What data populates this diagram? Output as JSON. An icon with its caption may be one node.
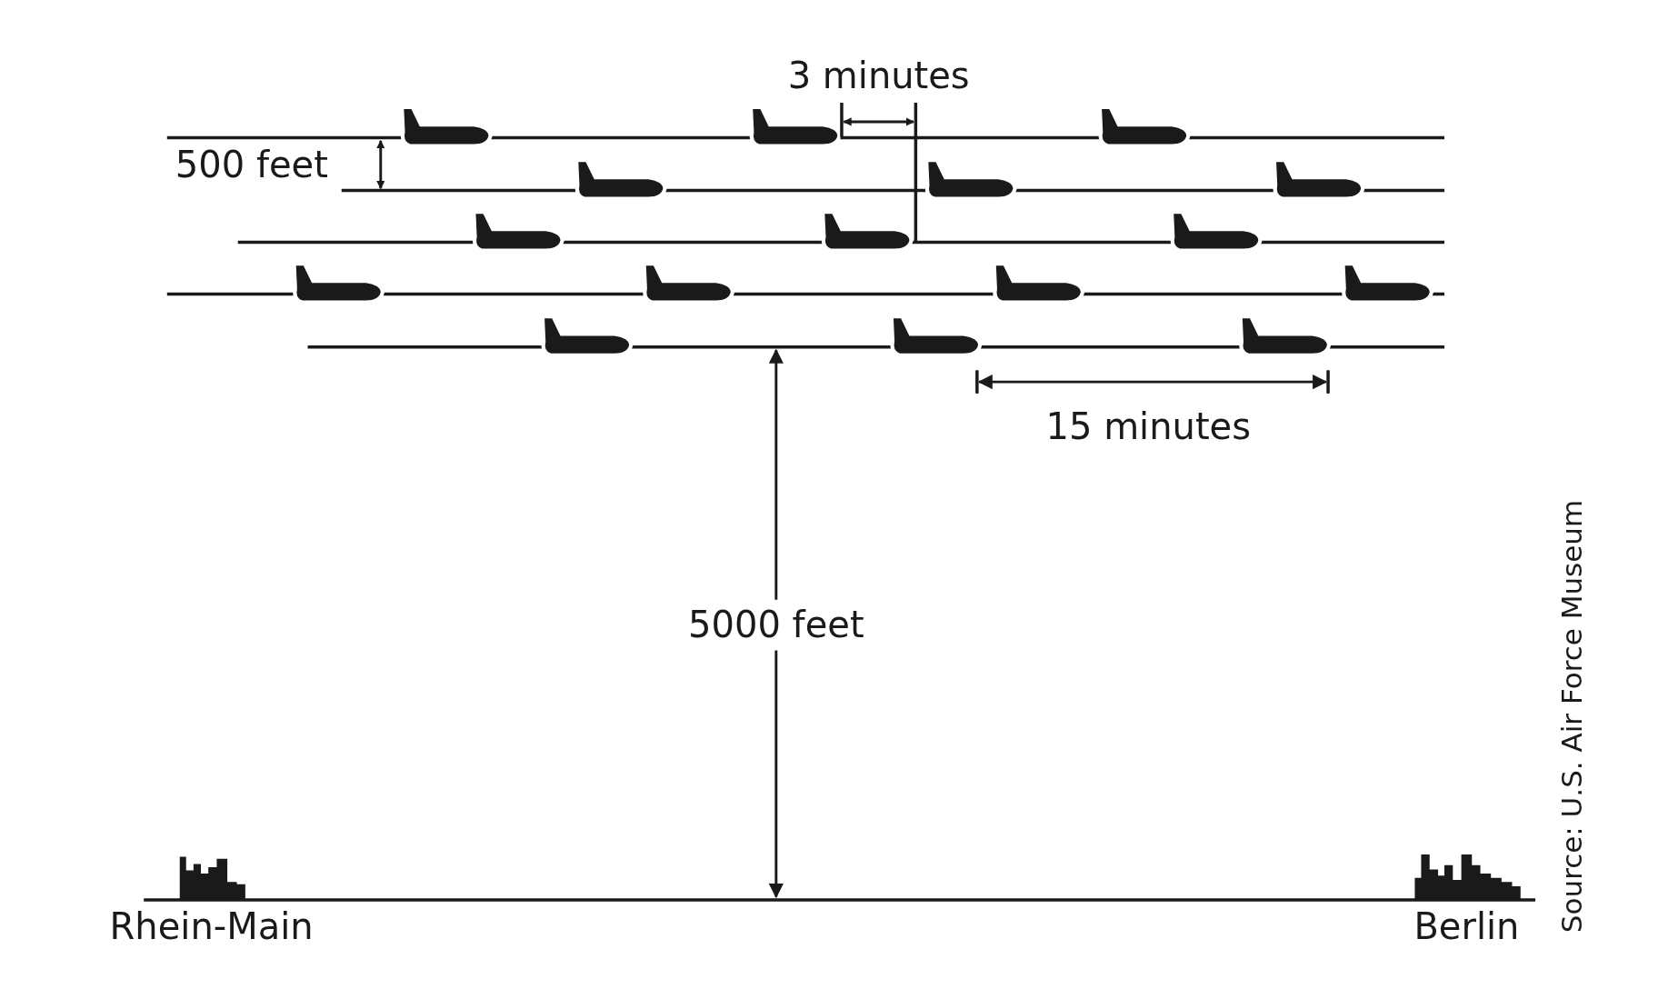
{
  "diagram": {
    "labels": [
      "3 minutes",
      "500 feet",
      "15 minutes",
      "5000 feet",
      "Rhein-Main",
      "Berlin",
      "Source: U.S. Air Force Museum"
    ]
  }
}
